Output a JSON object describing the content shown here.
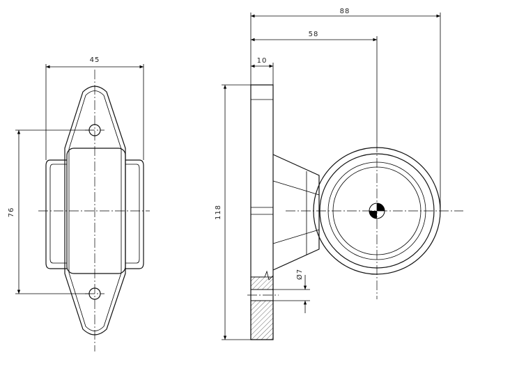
{
  "dimensions": {
    "front_width": "45",
    "front_hole_spacing": "76",
    "side_height": "118",
    "side_base_thickness": "10",
    "side_to_center": "58",
    "side_total_depth": "88",
    "hole_diameter": "Ø7"
  }
}
